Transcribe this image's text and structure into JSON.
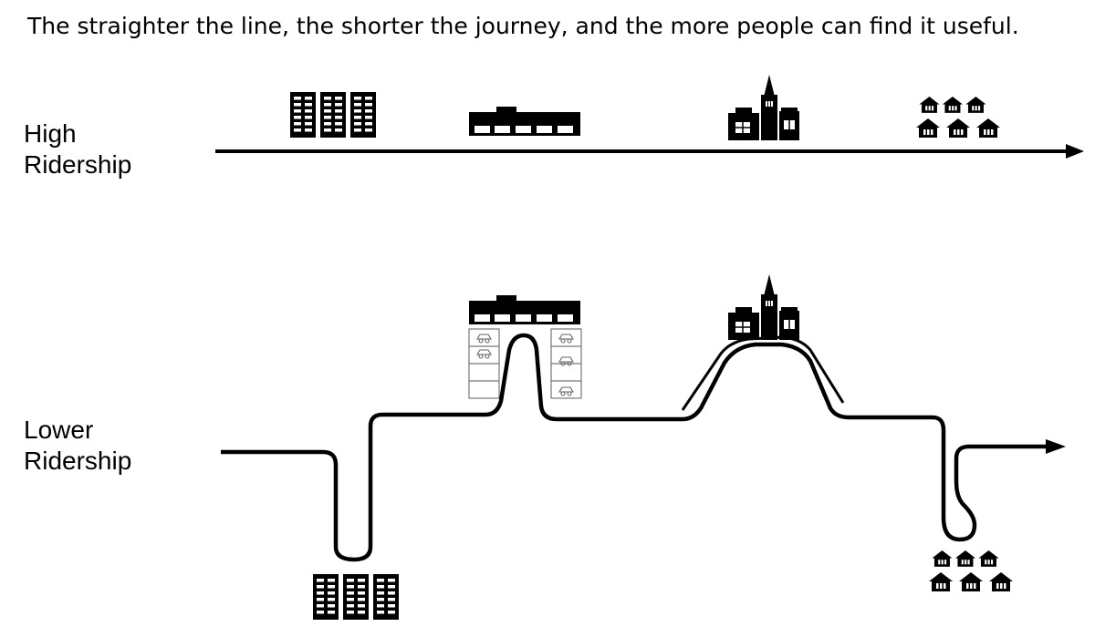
{
  "caption": "The straighter the line, the shorter the journey, and the more people can find it useful.",
  "rows": {
    "high": {
      "line1": "High",
      "line2": "Ridership"
    },
    "low": {
      "line1": "Lower",
      "line2": "Ridership"
    }
  },
  "icons": [
    "apartment-buildings-icon",
    "shopping-mall-icon",
    "downtown-church-icon",
    "suburban-houses-icon",
    "parking-lot-icon"
  ],
  "colors": {
    "ink": "#000000",
    "parking": "#777777",
    "background": "#ffffff"
  }
}
